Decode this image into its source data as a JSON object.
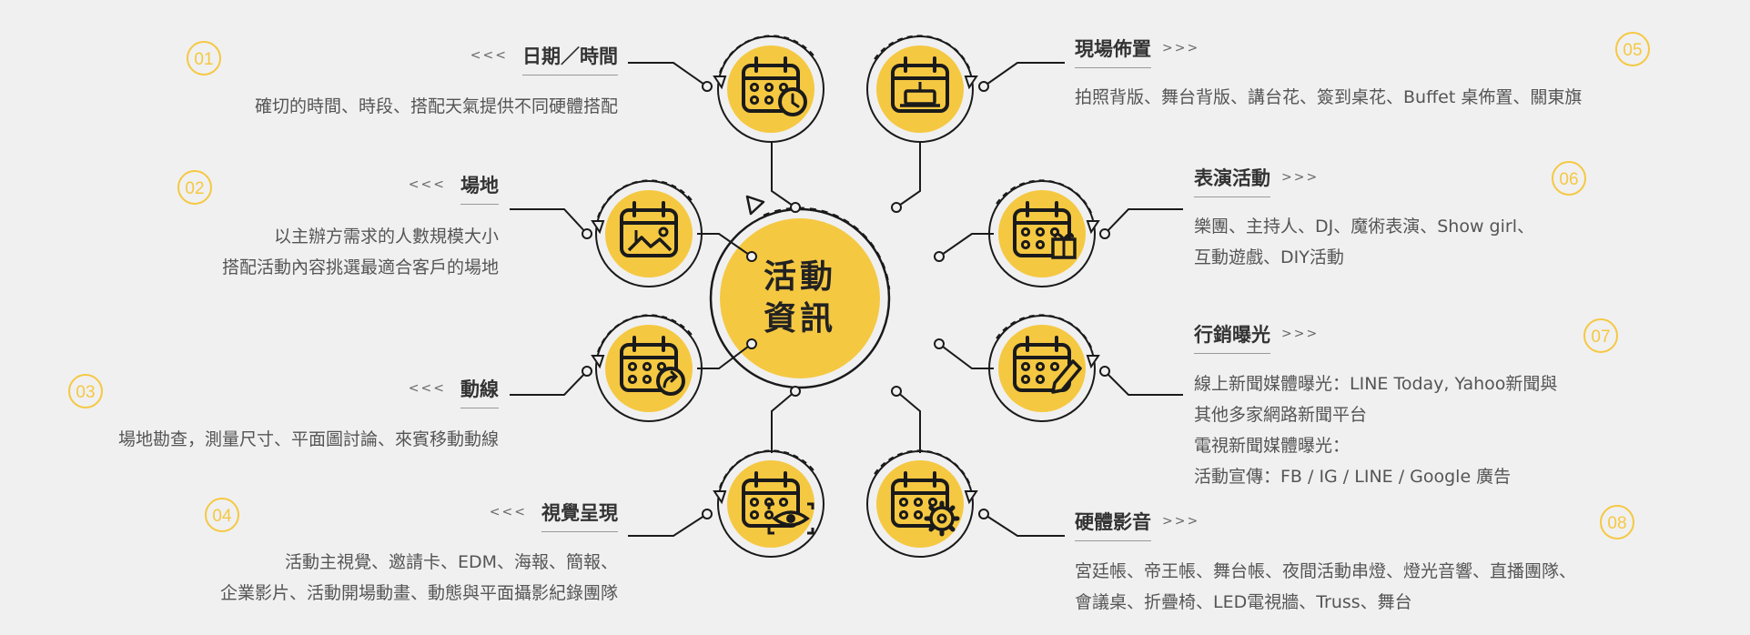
{
  "center": {
    "line1": "活動",
    "line2": "資訊"
  },
  "arrow_left": "<<<",
  "arrow_right": ">>>",
  "colors": {
    "accent": "#f5c842",
    "ink": "#1a1a1a",
    "text": "#555555",
    "background": "#f0f0f0"
  },
  "items": [
    {
      "num": "01",
      "title": "日期／時間",
      "icon": "calendar-clock-icon",
      "lines": [
        "確切的時間、時段、搭配天氣提供不同硬體搭配"
      ]
    },
    {
      "num": "02",
      "title": "場地",
      "icon": "calendar-landscape-icon",
      "lines": [
        "以主辦方需求的人數規模大小",
        "搭配活動內容挑選最適合客戶的場地"
      ]
    },
    {
      "num": "03",
      "title": "動線",
      "icon": "calendar-share-icon",
      "lines": [
        "場地勘查，測量尺寸、平面圖討論、來賓移動動線"
      ]
    },
    {
      "num": "04",
      "title": "視覺呈現",
      "icon": "calendar-eye-icon",
      "lines": [
        "活動主視覺、邀請卡、EDM、海報、簡報、",
        "企業影片、活動開場動畫、動態與平面攝影紀錄團隊"
      ]
    },
    {
      "num": "05",
      "title": "現場佈置",
      "icon": "calendar-cake-icon",
      "lines": [
        "拍照背版、舞台背版、講台花、簽到桌花、Buffet 桌佈置、關東旗"
      ]
    },
    {
      "num": "06",
      "title": "表演活動",
      "icon": "calendar-gift-icon",
      "lines": [
        "樂團、主持人、DJ、魔術表演、Show girl、",
        "互動遊戲、DIY活動"
      ]
    },
    {
      "num": "07",
      "title": "行銷曝光",
      "icon": "calendar-edit-icon",
      "lines": [
        "線上新聞媒體曝光：LINE Today, Yahoo新聞與",
        "其他多家網路新聞平台",
        "電視新聞媒體曝光：",
        "活動宣傳：FB / IG / LINE / Google 廣告"
      ]
    },
    {
      "num": "08",
      "title": "硬體影音",
      "icon": "calendar-gear-icon",
      "lines": [
        "宮廷帳、帝王帳、舞台帳、夜間活動串燈、燈光音響、直播團隊、",
        "會議桌、折疊椅、LED電視牆、Truss、舞台"
      ]
    }
  ]
}
